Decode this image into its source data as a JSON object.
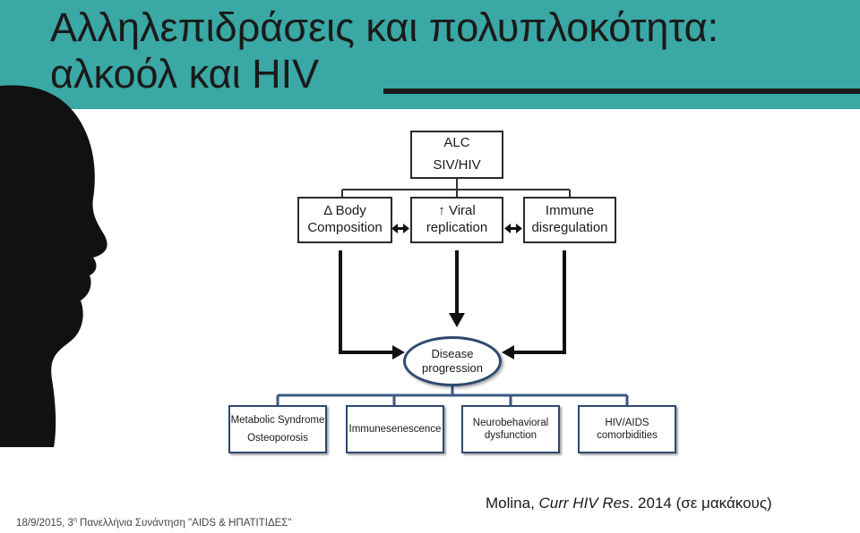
{
  "title": {
    "line1": "Αλληλεπιδράσεις και πολυπλοκότητα:",
    "line2": "αλκοόλ και HIV"
  },
  "diagram": {
    "top_box": {
      "line1": "ALC",
      "line2": "SIV/HIV"
    },
    "middle_boxes": [
      {
        "line1": "Δ Body",
        "line2": "Composition"
      },
      {
        "line1": "↑ Viral",
        "line2": "replication"
      },
      {
        "line1": "Immune",
        "line2": "disregulation"
      }
    ],
    "outcome": {
      "line1": "Disease",
      "line2": "progression"
    },
    "bottom_boxes": [
      {
        "line1": "Metabolic Syndrome",
        "line2": "Osteoporosis"
      },
      {
        "line1": "Immunesenescence",
        "line2": ""
      },
      {
        "line1": "Neurobehavioral",
        "line2": "dysfunction"
      },
      {
        "line1": "HIV/AIDS",
        "line2": "comorbidities"
      }
    ]
  },
  "citation": {
    "author": "Molina, ",
    "journal": "Curr HIV Res",
    "rest": ". 2014 (σε μακάκους)"
  },
  "footer": {
    "date_prefix": "18/9/2015, 3",
    "superscript": "η",
    "rest": " Πανελλήνια Συνάντηση \"AIDS & ΗΠΑΤΙΤΙΔΕΣ\""
  },
  "colors": {
    "teal": "#3aa8a4",
    "silhouette": "#111111",
    "box_border_blue": "#2e4a6e"
  }
}
